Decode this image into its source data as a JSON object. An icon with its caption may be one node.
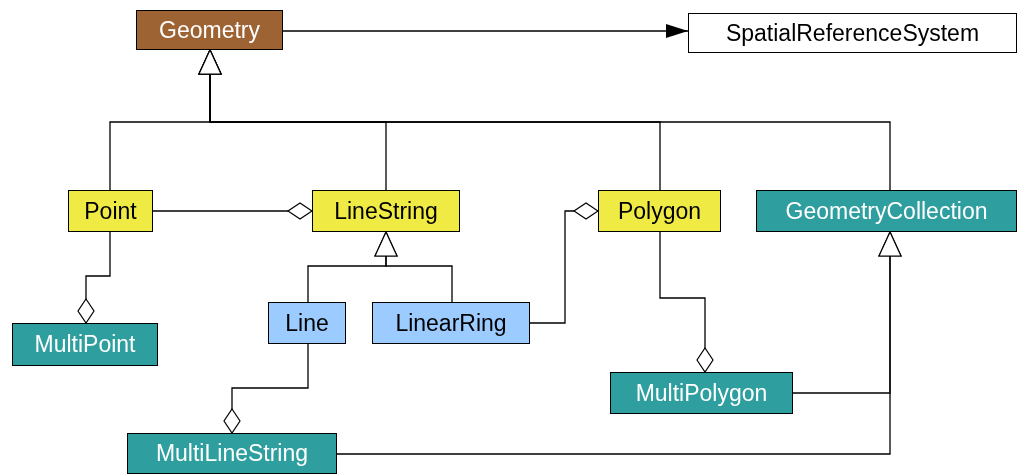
{
  "diagram": {
    "nodes": [
      {
        "text": [
          "Geometry"
        ]
      },
      {
        "text": [
          "SpatialReferenceSystem"
        ]
      },
      {
        "text": [
          "Point"
        ]
      },
      {
        "text": [
          "LineString"
        ]
      },
      {
        "text": [
          "Polygon"
        ]
      },
      {
        "text": [
          "GeometryCollection"
        ]
      },
      {
        "text": [
          "MultiPoint"
        ]
      },
      {
        "text": [
          "Line"
        ]
      },
      {
        "text": [
          "LinearRing"
        ]
      },
      {
        "text": [
          "MultiPolygon"
        ]
      },
      {
        "text": [
          "MultiLineString"
        ]
      }
    ],
    "edges": [
      {
        "from": 0,
        "to": 1,
        "arrow": "to"
      },
      {
        "from": 2,
        "to": 0,
        "arrow": "to"
      },
      {
        "from": 3,
        "to": 0,
        "arrow": "to"
      },
      {
        "from": 4,
        "to": 0,
        "arrow": "to"
      },
      {
        "from": 5,
        "to": 0,
        "arrow": "to"
      },
      {
        "from": 2,
        "to": 3,
        "arrow": "other"
      },
      {
        "from": 2,
        "to": 6,
        "arrow": "other"
      },
      {
        "from": 7,
        "to": 3,
        "arrow": "to"
      },
      {
        "from": 8,
        "to": 3,
        "arrow": "to"
      },
      {
        "from": 8,
        "to": 4,
        "arrow": "other"
      },
      {
        "from": 7,
        "to": 10,
        "arrow": "other"
      },
      {
        "from": 4,
        "to": 9,
        "arrow": "other"
      },
      {
        "from": 9,
        "to": 5,
        "arrow": "to"
      },
      {
        "from": 10,
        "to": 5,
        "arrow": "to"
      }
    ]
  }
}
